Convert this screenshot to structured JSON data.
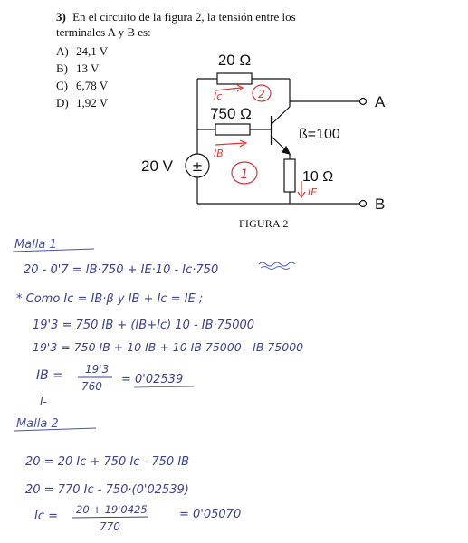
{
  "question": {
    "number": "3)",
    "text": "En el circuito de la figura 2, la tensión entre los terminales A y B es:",
    "options": [
      {
        "letter": "A)",
        "value": "24,1 V"
      },
      {
        "letter": "B)",
        "value": "13 V"
      },
      {
        "letter": "C)",
        "value": "6,78 V"
      },
      {
        "letter": "D)",
        "value": "1,92 V"
      }
    ]
  },
  "figure": {
    "caption": "FIGURA 2",
    "r_top": "20 Ω",
    "r_base": "750 Ω",
    "r_emitter": "10 Ω",
    "beta": "ß=100",
    "source": "20 V",
    "source_symbol": "±",
    "terminal_a": "A",
    "terminal_b": "B",
    "current_c": "Ic",
    "current_b": "IB",
    "current_e": "IE",
    "mesh_1": "1",
    "mesh_2": "2"
  },
  "notes": {
    "mesh1_title": "Malla 1",
    "eq1": "20 - 0'7 = IB·750 + IE·10 - Ic·750",
    "scribble": "(tachado)",
    "eq2": "* Como  Ic = IB·β   y   IB + Ic = IE ;",
    "eq3": "19'3 = 750 IB + (IB+Ic) 10 - IB·75000",
    "eq4": "19'3 = 750 IB + 10 IB + 10 IB 75000 - IB 75000",
    "eq5_lhs": "IB =",
    "eq5_num": "19'3",
    "eq5_den": "760",
    "eq5_res": "= 0'02539",
    "eq6": "I-",
    "mesh2_title": "Malla 2",
    "eq7": "20 = 20 Ic + 750 Ic - 750 IB",
    "eq8": "20 = 770 Ic - 750·(0'02539)",
    "eq9_lhs": "Ic =",
    "eq9_num": "20 + 19'0425",
    "eq9_den": "770",
    "eq9_res": "= 0'05070"
  }
}
